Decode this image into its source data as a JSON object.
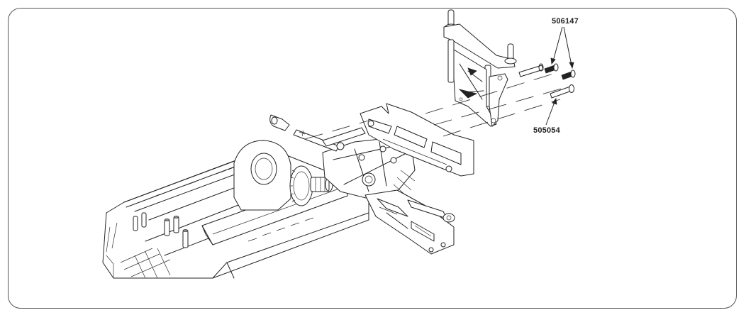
{
  "diagram": {
    "type": "exploded-parts-view",
    "subject": "RC truck chassis — rear body mount / bumper assembly",
    "colors": {
      "line": "#222222",
      "frame": "#555555",
      "background": "#ffffff"
    },
    "callouts": [
      {
        "id": "callout-1",
        "part_number": "506147",
        "points_to": "two short threaded screws",
        "arrow_count": 2
      },
      {
        "id": "callout-2",
        "part_number": "505054",
        "points_to": "long shoulder pin",
        "arrow_count": 1
      }
    ],
    "components": [
      "chassis tub",
      "gearbox with spur gear",
      "body mount post assembly",
      "rear bumper",
      "suspension arm",
      "turnbuckle / rod end",
      "screws",
      "shoulder pins"
    ]
  }
}
